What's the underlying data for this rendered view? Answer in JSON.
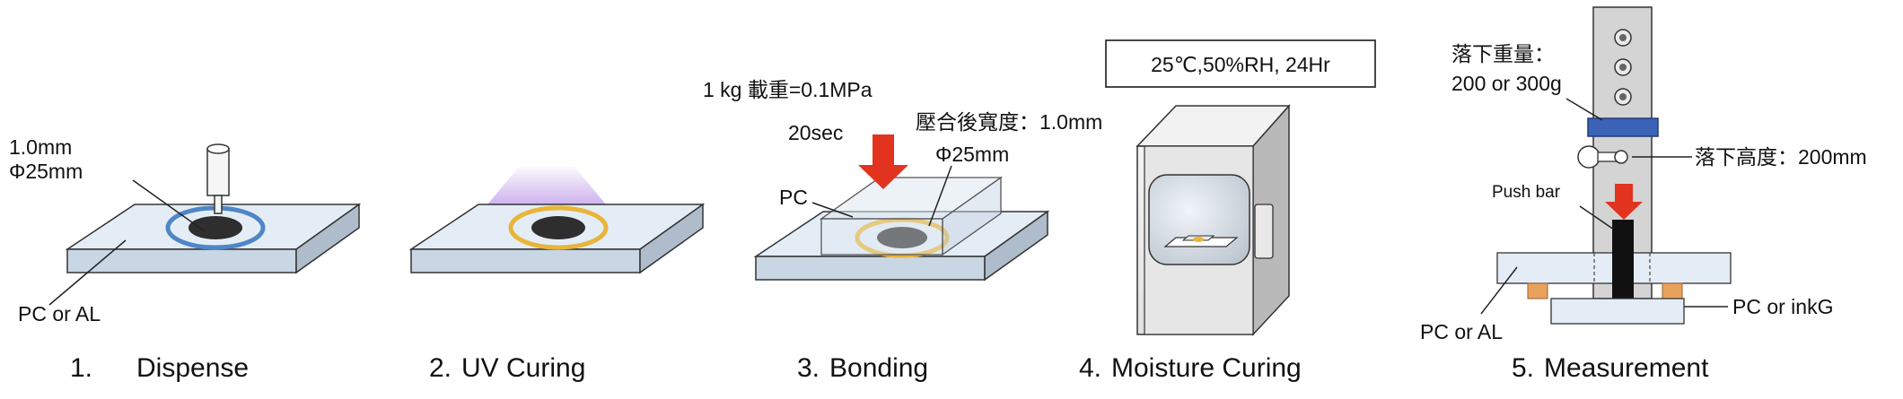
{
  "steps": [
    {
      "number": "1.",
      "label": "Dispense"
    },
    {
      "number": "2.",
      "label": "UV Curing"
    },
    {
      "number": "3.",
      "label": "Bonding"
    },
    {
      "number": "4.",
      "label": "Moisture Curing"
    },
    {
      "number": "5.",
      "label": "Measurement"
    }
  ],
  "dispense": {
    "thickness": "1.0mm",
    "diameter": "Φ25mm",
    "substrate": "PC or AL"
  },
  "bonding": {
    "load": "1 kg 載重=0.1MPa",
    "time": "20sec",
    "width_after": "壓合後寬度：1.0mm",
    "diameter": "Φ25mm",
    "material": "PC"
  },
  "moisture": {
    "condition": "25℃,50%RH, 24Hr"
  },
  "measurement": {
    "drop_weight_title": "落下重量：",
    "drop_weight_value": "200 or 300g",
    "drop_height": "落下高度：200mm",
    "push_bar": "Push bar",
    "top_part": "PC or inkG",
    "base": "PC or AL"
  },
  "colors": {
    "ring_dispense": "#4f86c6",
    "ring_cured": "#e8b53a",
    "arrow": "#e2331f",
    "plate": "#e2ecf5",
    "uv_glow": "#b58be6"
  }
}
